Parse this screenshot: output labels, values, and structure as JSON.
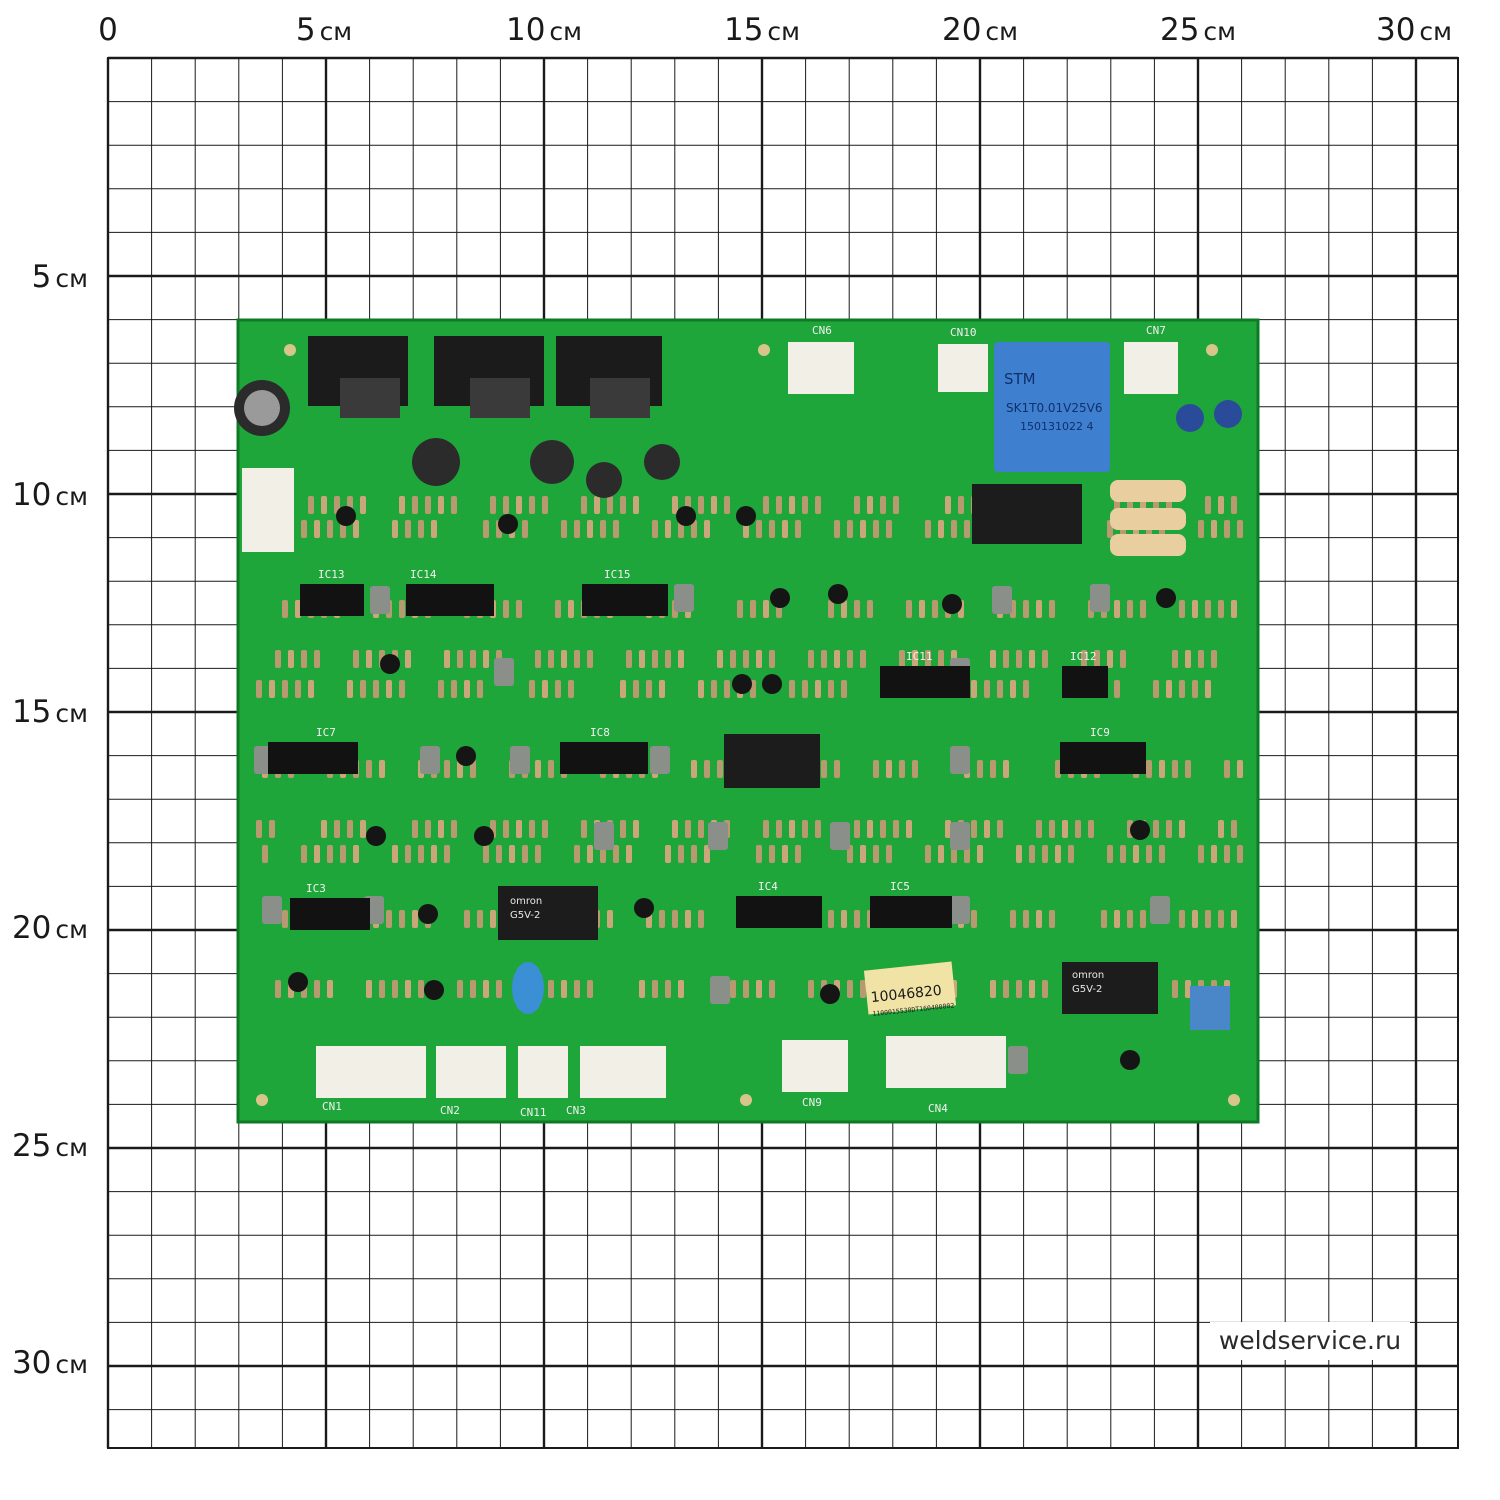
{
  "ruler": {
    "unit": "см",
    "top_labels": [
      {
        "value": "0",
        "unit": ""
      },
      {
        "value": "5",
        "unit": "см"
      },
      {
        "value": "10",
        "unit": "см"
      },
      {
        "value": "15",
        "unit": "см"
      },
      {
        "value": "20",
        "unit": "см"
      },
      {
        "value": "25",
        "unit": "см"
      },
      {
        "value": "30",
        "unit": "см"
      }
    ],
    "left_labels": [
      {
        "value": "5",
        "unit": "см"
      },
      {
        "value": "10",
        "unit": "см"
      },
      {
        "value": "15",
        "unit": "см"
      },
      {
        "value": "20",
        "unit": "см"
      },
      {
        "value": "25",
        "unit": "см"
      },
      {
        "value": "30",
        "unit": "см"
      }
    ]
  },
  "board": {
    "colors": {
      "pcb": "#1fa63a",
      "pcb_dark": "#138a2b",
      "silk": "#f2f2f2",
      "grid": "#1a1a1a",
      "relay_blue": "#3f7fd0"
    },
    "relay_text": {
      "brand": "STM",
      "model": "SK1T0.01V25V6",
      "code": "150131022 4"
    },
    "sticker": {
      "main": "10046820",
      "sub": "1100015530DT160400002"
    },
    "connectors": [
      "CN1",
      "CN2",
      "CN11",
      "CN3",
      "CN9",
      "CN4",
      "CN6",
      "CN10",
      "CN7"
    ],
    "ic_labels": [
      "IC13",
      "IC14",
      "IC15",
      "IC7",
      "IC8",
      "IC3",
      "IC4",
      "IC5",
      "IC11",
      "IC12",
      "IC9"
    ],
    "relay_labels": [
      "omron",
      "G5V-2",
      "omron",
      "G5V-2"
    ]
  },
  "watermark": {
    "text": "weldservice.ru"
  }
}
